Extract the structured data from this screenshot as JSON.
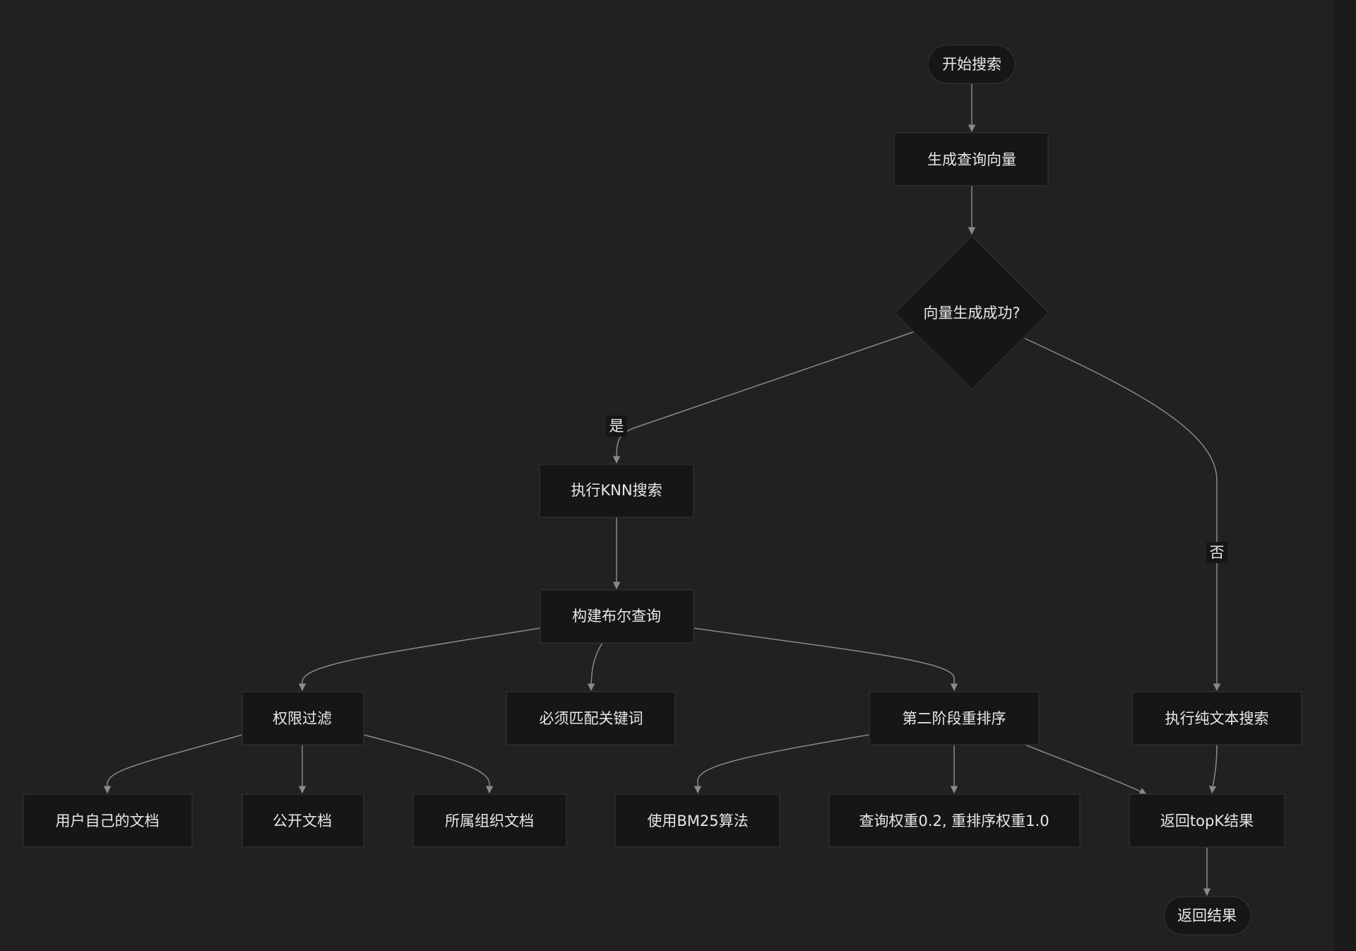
{
  "diagram": {
    "colors": {
      "background": "#212121",
      "node_fill": "#151616",
      "node_stroke": "#2c2d2d",
      "edge": "#8a8a8a",
      "text": "#e8e8e8",
      "label_bg": "#151616"
    },
    "nodes": {
      "start": "开始搜索",
      "gen_vector": "生成查询向量",
      "decision": "向量生成成功?",
      "knn": "执行KNN搜索",
      "bool_query": "构建布尔查询",
      "perm_filter": "权限过滤",
      "must_match": "必须匹配关键词",
      "rerank": "第二阶段重排序",
      "text_search": "执行纯文本搜索",
      "own_docs": "用户自己的文档",
      "public_docs": "公开文档",
      "org_docs": "所属组织文档",
      "bm25": "使用BM25算法",
      "weights": "查询权重0.2, 重排序权重1.0",
      "return_topk": "返回topK结果",
      "end": "返回结果"
    },
    "edge_labels": {
      "yes": "是",
      "no": "否"
    }
  }
}
